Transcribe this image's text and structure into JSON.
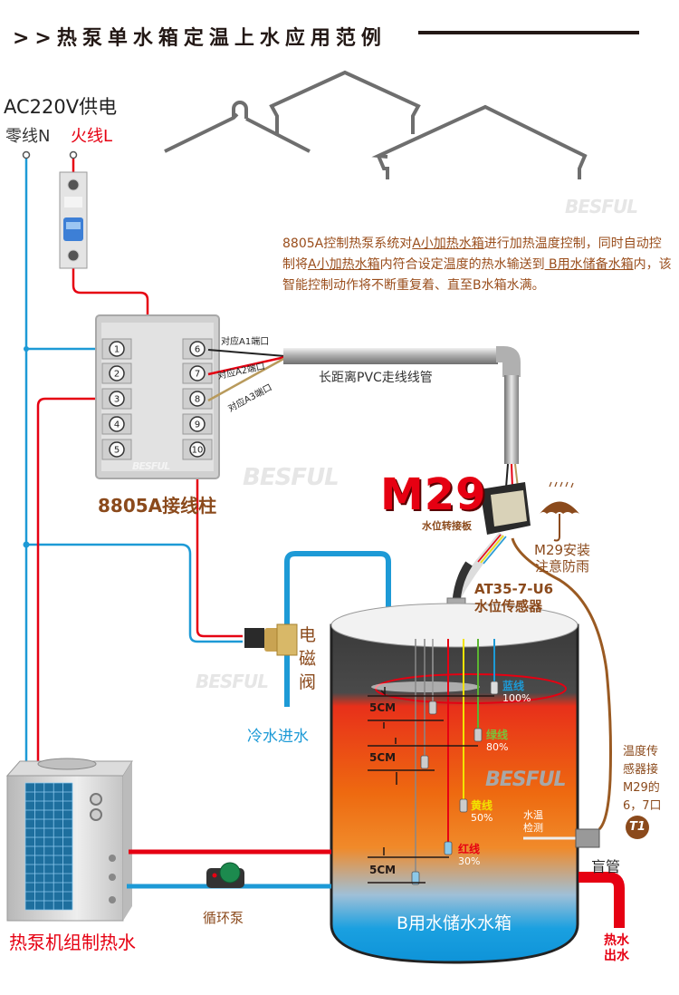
{
  "title": ">>热泵单水箱定温上水应用范例",
  "power": {
    "supply_label": "AC220V供电",
    "neutral_label": "零线N",
    "live_label": "火线L"
  },
  "description": {
    "part1": "8805A控制热泵系统对",
    "link1": "A小加热水箱",
    "part2": "进行加热温度控制，同时自动控制将",
    "link2": "A小加热水箱",
    "part3": "内符合设定温度的热水输送到",
    "link3": " B用水储备水箱",
    "part4": "内，该智能控制动作将不断重复着、直至B水箱水满。"
  },
  "terminal_block": {
    "label": "8805A接线柱",
    "brand": "BESFUL",
    "left_terminals": [
      "1",
      "2",
      "3",
      "4",
      "5"
    ],
    "right_terminals": [
      "6",
      "7",
      "8",
      "9",
      "10"
    ],
    "port_labels": [
      "对应A1端口",
      "对应A2端口",
      "对应A3端口"
    ]
  },
  "conduit_label": "长距离PVC走线线管",
  "m29": {
    "title": "M29",
    "subtitle": "水位转接板",
    "rain_note_line1": "M29安装",
    "rain_note_line2": "注意防雨"
  },
  "sensor": {
    "model": "AT35-7-U6",
    "name": "水位传感器"
  },
  "valve_label": "电磁阀",
  "cold_water_label": "冷水进水",
  "probes": [
    {
      "name": "蓝线",
      "level": "100%",
      "color": "#1d9ad6"
    },
    {
      "name": "绿线",
      "level": "80%",
      "color": "#5bb531"
    },
    {
      "name": "黄线",
      "level": "50%",
      "color": "#f2e300"
    },
    {
      "name": "红线",
      "level": "30%",
      "color": "#e60012"
    }
  ],
  "spacing_labels": [
    "5CM",
    "5CM",
    "5CM"
  ],
  "water_temp_label_line1": "水温",
  "water_temp_label_line2": "检测",
  "temp_sensor_note": "温度传感器接M29的6，7口",
  "t1_badge": "T1",
  "blind_pipe_label": "盲管",
  "hot_water_out_label": "热水出水",
  "pump_label": "循环泵",
  "heat_pump_label": "热泵机组制热水",
  "tank_label": "B用水储水水箱",
  "watermark": "BESFUL",
  "colors": {
    "live": "#e60012",
    "neutral": "#1d9ad6",
    "brown": "#8b4a1c",
    "roof": "#6e6e6e"
  }
}
